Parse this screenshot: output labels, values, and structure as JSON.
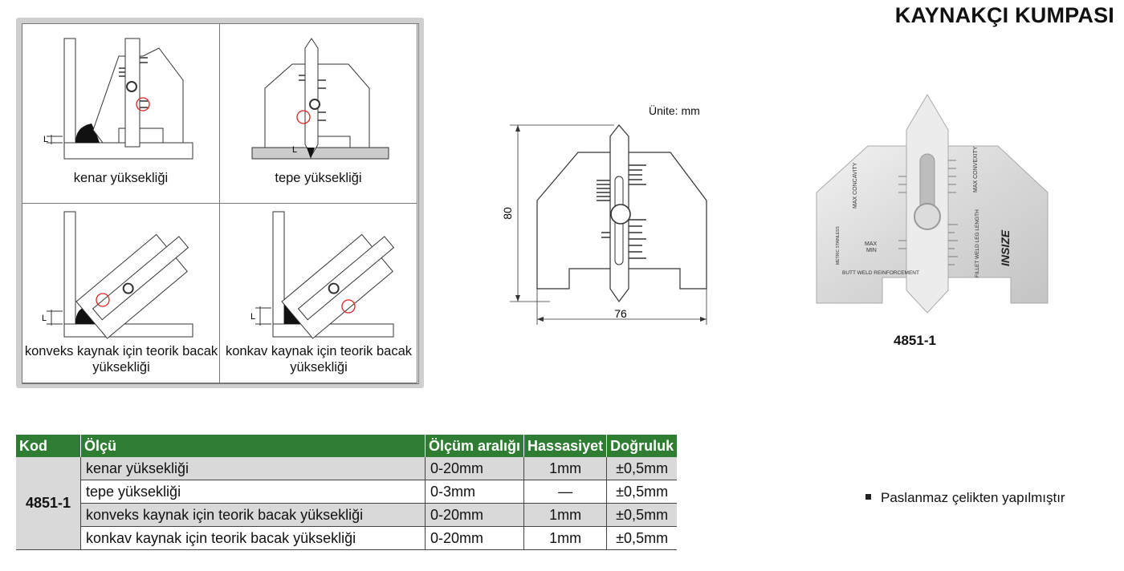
{
  "title": "KAYNAKÇI KUMPASI",
  "diagrams": {
    "captions": [
      "kenar yüksekliği",
      "tepe yüksekliği",
      "konveks kaynak için teorik bacak yüksekliği",
      "konkav kaynak için teorik bacak yüksekliği"
    ],
    "dim_label": "L"
  },
  "drawing": {
    "unit": "Ünite: mm",
    "height": "80",
    "width": "76"
  },
  "photo": {
    "brand": "INSIZE",
    "labels": [
      "MAX CONCAVITY",
      "MAX CONVEXITY",
      "METRIC STAINLESS",
      "MAX",
      "MIN",
      "BUTT WELD REINFORCEMENT",
      "FILLET WELD LEG LENGTH"
    ],
    "model": "4851-1"
  },
  "table": {
    "headers": [
      "Kod",
      "Ölçü",
      "Ölçüm aralığı",
      "Hassasiyet",
      "Doğruluk"
    ],
    "code": "4851-1",
    "rows": [
      {
        "olcu": "kenar yüksekliği",
        "aralik": "0-20mm",
        "hassasiyet": "1mm",
        "dogruluk": "±0,5mm"
      },
      {
        "olcu": "tepe yüksekliği",
        "aralik": "0-3mm",
        "hassasiyet": "—",
        "dogruluk": "±0,5mm"
      },
      {
        "olcu": "konveks kaynak için teorik bacak yüksekliği",
        "aralik": "0-20mm",
        "hassasiyet": "1mm",
        "dogruluk": "±0,5mm"
      },
      {
        "olcu": "konkav kaynak için teorik bacak yüksekliği",
        "aralik": "0-20mm",
        "hassasiyet": "1mm",
        "dogruluk": "±0,5mm"
      }
    ]
  },
  "note": "Paslanmaz çelikten yapılmıştır"
}
